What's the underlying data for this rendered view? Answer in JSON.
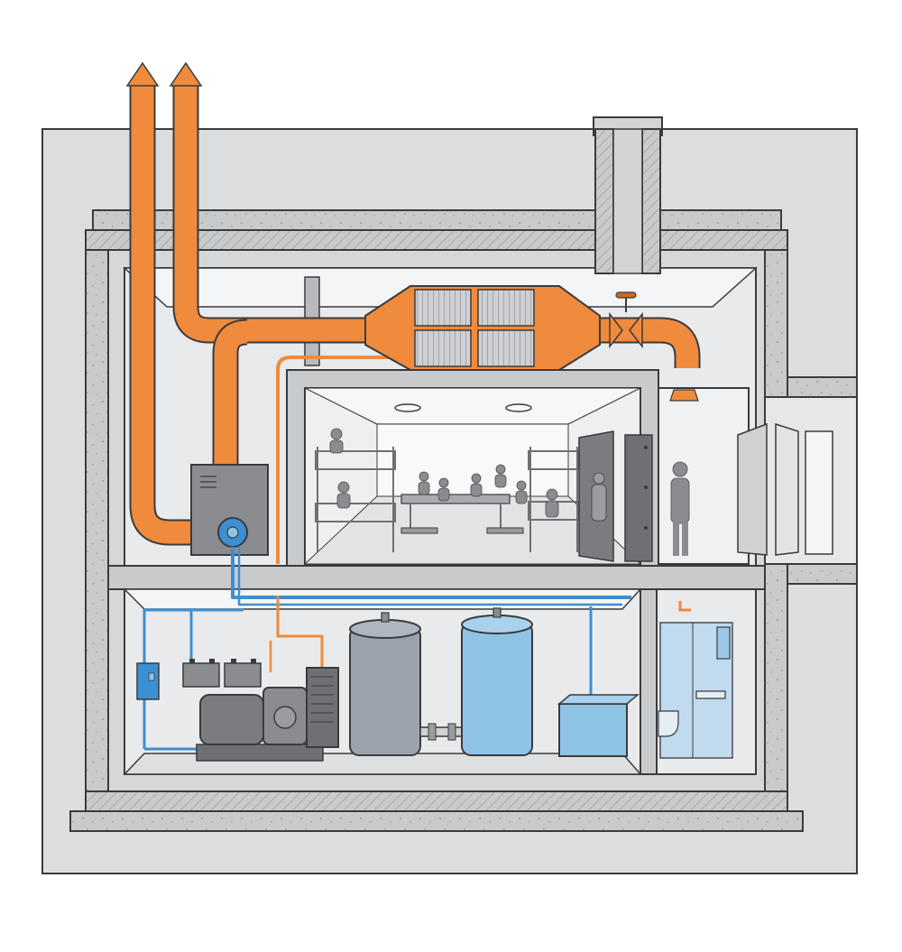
{
  "diagram": {
    "kind": "cutaway illustration of an underground shelter",
    "labels": [],
    "colors": {
      "background": "#ffffff",
      "ground": "#dcdddf",
      "concrete": "#c9cacc",
      "concrete_dark": "#b4b5b8",
      "room": "#e9eaec",
      "room_light": "#f4f5f6",
      "outline": "#3a3b3d",
      "exhaust_pipe": "#f08a3c",
      "exhaust_pipe_dark": "#c96a22",
      "water_pipe": "#3d8fd1",
      "water_tank": "#8fc3e6",
      "gray_tank": "#9aa3ad",
      "machinery": "#7a7c80",
      "people": "#8a8c90",
      "bathroom": "#bcd9ef"
    },
    "components": [
      "exhaust-stacks",
      "air-intake-shaft",
      "air-filtration-unit",
      "blast-valve",
      "ventilation-fan-unit",
      "living-quarters",
      "bunk-beds",
      "dining-table",
      "blast-door",
      "entry-airlock",
      "entrance-doors",
      "diesel-generator",
      "battery-bank",
      "electrical-panel",
      "fuel-tank",
      "water-tank",
      "water-treatment-box",
      "bathroom"
    ]
  }
}
